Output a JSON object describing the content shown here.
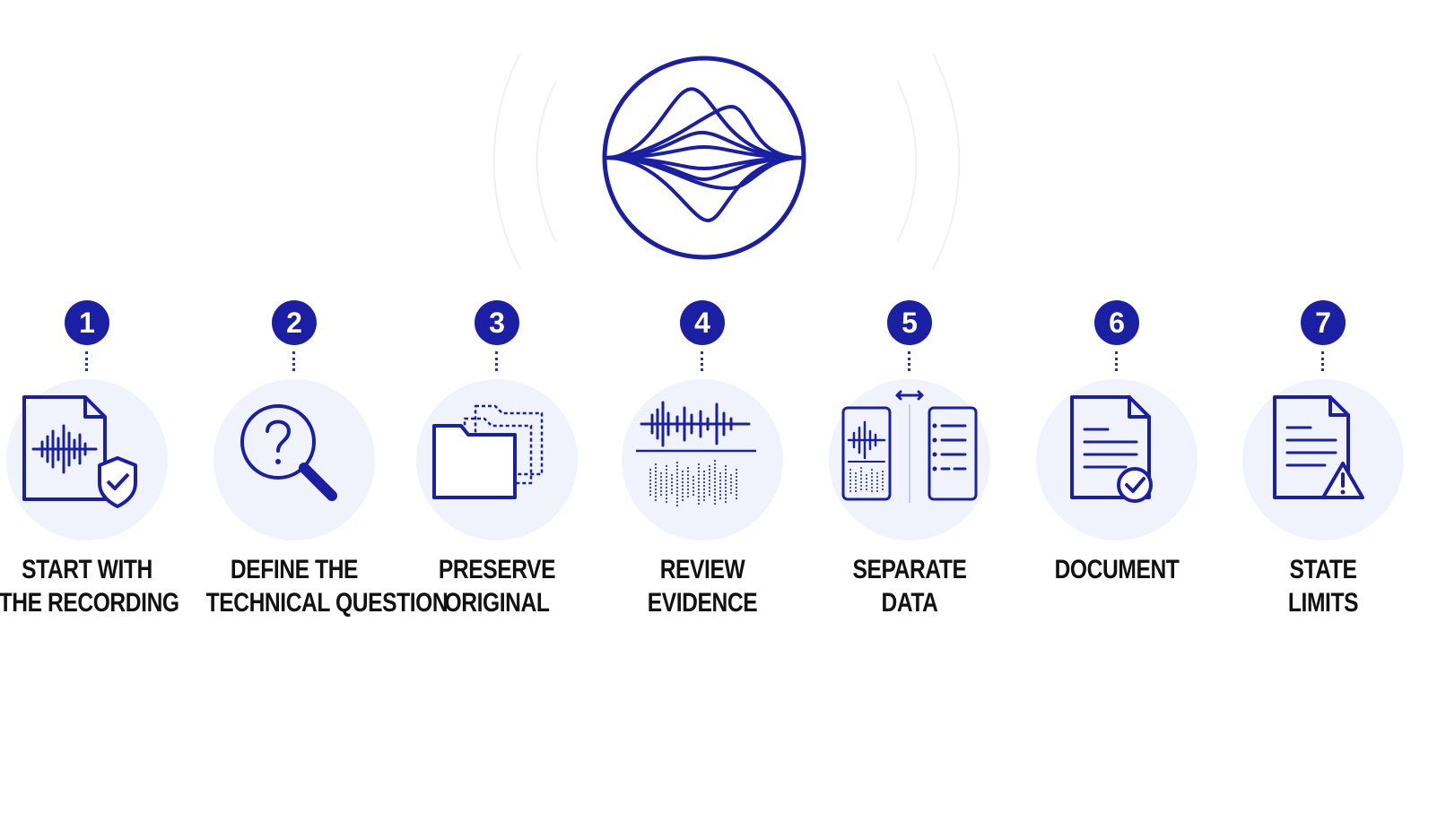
{
  "colors": {
    "accent": "#1a1fa3",
    "bubble": "#f0f3fb",
    "text": "#111111"
  },
  "logo": {
    "icon": "waveform-lens-icon"
  },
  "steps": [
    {
      "number": "1",
      "line1": "START WITH",
      "line2": "THE RECORDING",
      "icon": "audio-file-shield-icon"
    },
    {
      "number": "2",
      "line1": "DEFINE THE",
      "line2": "TECHNICAL QUESTION",
      "icon": "magnifier-question-icon"
    },
    {
      "number": "3",
      "line1": "PRESERVE",
      "line2": "ORIGINAL",
      "icon": "folder-copy-icon"
    },
    {
      "number": "4",
      "line1": "REVIEW",
      "line2": "EVIDENCE",
      "icon": "waveform-spectrogram-icon"
    },
    {
      "number": "5",
      "line1": "SEPARATE",
      "line2": "DATA",
      "icon": "split-panels-icon"
    },
    {
      "number": "6",
      "line1": "DOCUMENT",
      "line2": "",
      "icon": "document-check-icon"
    },
    {
      "number": "7",
      "line1": "STATE",
      "line2": "LIMITS",
      "icon": "document-warning-icon"
    }
  ]
}
